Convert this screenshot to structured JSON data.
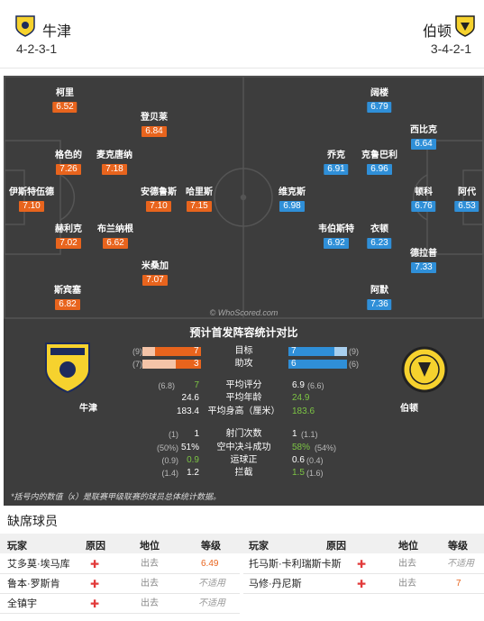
{
  "header": {
    "home_name": "牛津",
    "away_name": "伯顿",
    "home_formation": "4-2-3-1",
    "away_formation": "3-4-2-1",
    "home_color": "#f6d22e",
    "away_color": "#f6d22e"
  },
  "pitch": {
    "watermark": "© WhoScored.com",
    "home_players": [
      {
        "name": "柯里",
        "rating": "6.52"
      },
      {
        "name": "登贝莱",
        "rating": "6.84"
      },
      {
        "name": "格色的",
        "rating": "7.26"
      },
      {
        "name": "麦克唐纳",
        "rating": "7.18"
      },
      {
        "name": "伊斯特伍德",
        "rating": "7.10"
      },
      {
        "name": "安德鲁斯",
        "rating": "7.10"
      },
      {
        "name": "哈里斯",
        "rating": "7.15"
      },
      {
        "name": "赫利克",
        "rating": "7.02"
      },
      {
        "name": "布兰纳根",
        "rating": "6.62"
      },
      {
        "name": "米桑加",
        "rating": "7.07"
      },
      {
        "name": "斯宾塞",
        "rating": "6.82"
      }
    ],
    "away_players": [
      {
        "name": "阔楼",
        "rating": "6.79"
      },
      {
        "name": "西比克",
        "rating": "6.64"
      },
      {
        "name": "乔克",
        "rating": "6.91"
      },
      {
        "name": "克鲁巴利",
        "rating": "6.96"
      },
      {
        "name": "维克斯",
        "rating": "6.98"
      },
      {
        "name": "顿科",
        "rating": "6.76"
      },
      {
        "name": "阿代",
        "rating": "6.53"
      },
      {
        "name": "韦伯斯特",
        "rating": "6.92"
      },
      {
        "name": "衣顿",
        "rating": "6.23"
      },
      {
        "name": "德拉普",
        "rating": "7.33"
      },
      {
        "name": "阿默",
        "rating": "7.36"
      }
    ]
  },
  "stats": {
    "title": "预计首发阵容统计对比",
    "home_team": "牛津",
    "away_team": "伯顿",
    "bar_rows": [
      {
        "label": "目标",
        "home": "7",
        "home_season": "(9)",
        "away": "7",
        "away_season": "(9)",
        "home_frac": 0.78,
        "away_frac": 0.78
      },
      {
        "label": "助攻",
        "home": "3",
        "home_season": "(7)",
        "away": "6",
        "away_season": "(6)",
        "home_frac": 0.43,
        "away_frac": 1.0
      }
    ],
    "rows_a": [
      {
        "label": "平均评分",
        "home_season": "(6.8)",
        "home": "7",
        "away": "6.9",
        "away_season": "(6.6)",
        "winner": "home"
      },
      {
        "label": "平均年龄",
        "home_season": "",
        "home": "24.6",
        "away": "24.9",
        "away_season": "",
        "winner": "away"
      },
      {
        "label": "平均身高（厘米）",
        "home_season": "",
        "home": "183.4",
        "away": "183.6",
        "away_season": "",
        "winner": "away"
      }
    ],
    "rows_b": [
      {
        "label": "射门次数",
        "home_season": "(1)",
        "home": "1",
        "away": "1",
        "away_season": "(1.1)",
        "winner": ""
      },
      {
        "label": "空中决斗成功",
        "home_season": "(50%)",
        "home": "51%",
        "away": "58%",
        "away_season": "(54%)",
        "winner": "away"
      },
      {
        "label": "运球正",
        "home_season": "(0.9)",
        "home": "0.9",
        "away": "0.6",
        "away_season": "(0.4)",
        "winner": "home"
      },
      {
        "label": "拦截",
        "home_season": "(1.4)",
        "home": "1.2",
        "away": "1.5",
        "away_season": "(1.6)",
        "winner": "away"
      }
    ],
    "footnote": "*括号内的数值（x）是联赛甲级联赛的球员总体统计数据。"
  },
  "missing": {
    "title": "缺席球员",
    "headers": {
      "player": "玩家",
      "reason": "原因",
      "status": "地位",
      "rating": "等级"
    },
    "home": [
      {
        "player": "艾多莫·埃马库",
        "status": "出去",
        "rating": "6.49"
      },
      {
        "player": "鲁本·罗斯肯",
        "status": "出去",
        "rating": "不适用"
      },
      {
        "player": "全镇宇",
        "status": "出去",
        "rating": "不适用"
      }
    ],
    "away": [
      {
        "player": "托马斯·卡利瑞斯卡斯",
        "status": "出去",
        "rating": "不适用"
      },
      {
        "player": "马修·丹尼斯",
        "status": "出去",
        "rating": "7"
      }
    ],
    "cross_icon": "injury-cross-icon"
  }
}
